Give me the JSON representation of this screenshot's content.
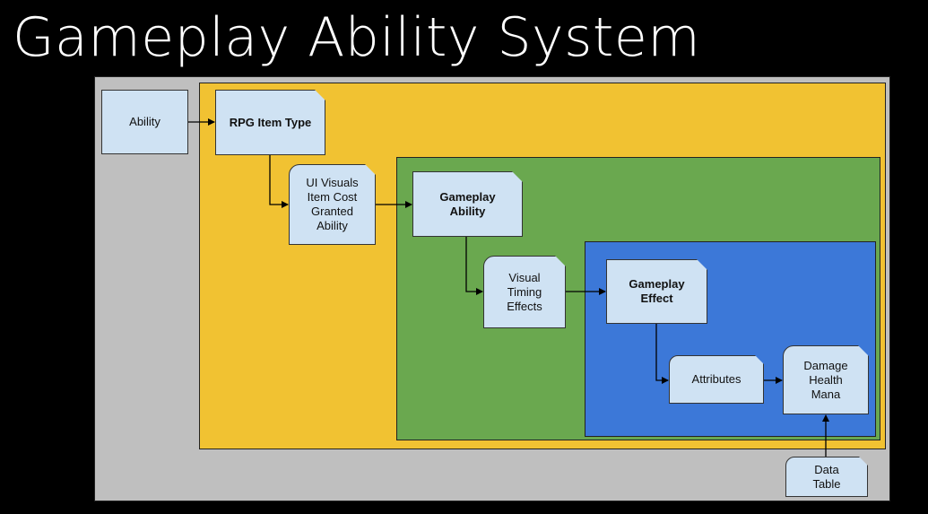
{
  "title": "Gameplay Ability System",
  "colors": {
    "background": "#000000",
    "outer_panel": "#bfbfbf",
    "yellow_panel": "#f1c232",
    "green_panel": "#6aa84f",
    "blue_panel": "#3c78d8",
    "node_fill": "#cfe2f3"
  },
  "nodes": {
    "ability": "Ability",
    "rpg_item_type": "RPG Item Type",
    "item_details": "UI Visuals\nItem Cost\nGranted\nAbility",
    "gameplay_ability": "Gameplay\nAbility",
    "ability_details": "Visual\nTiming\nEffects",
    "gameplay_effect": "Gameplay\nEffect",
    "attributes": "Attributes",
    "attribute_values": "Damage\nHealth\nMana",
    "data_table": "Data\nTable"
  }
}
